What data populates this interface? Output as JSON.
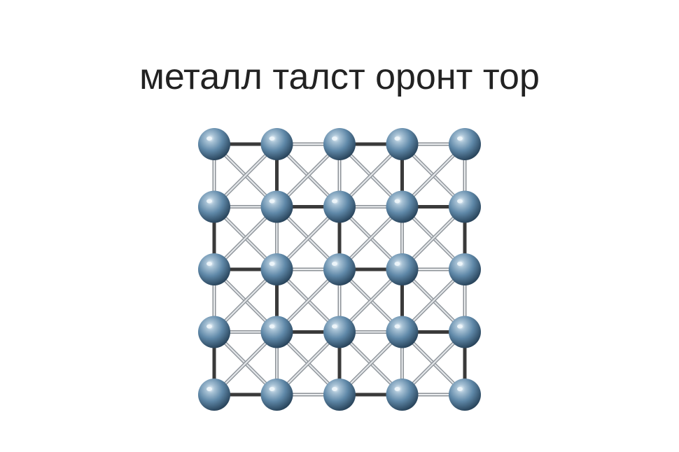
{
  "slide": {
    "title": "металл талст оронт тор"
  },
  "lattice": {
    "rows": 5,
    "cols": 5,
    "atom_color": "#5f88a8",
    "atom_highlight": "#eef6fb",
    "atom_shadow": "#28435a",
    "bond_dark_color": "#3a3a3a",
    "bond_light_color": "#c9ccd0",
    "diagonal_color": "#b7bcc2"
  }
}
